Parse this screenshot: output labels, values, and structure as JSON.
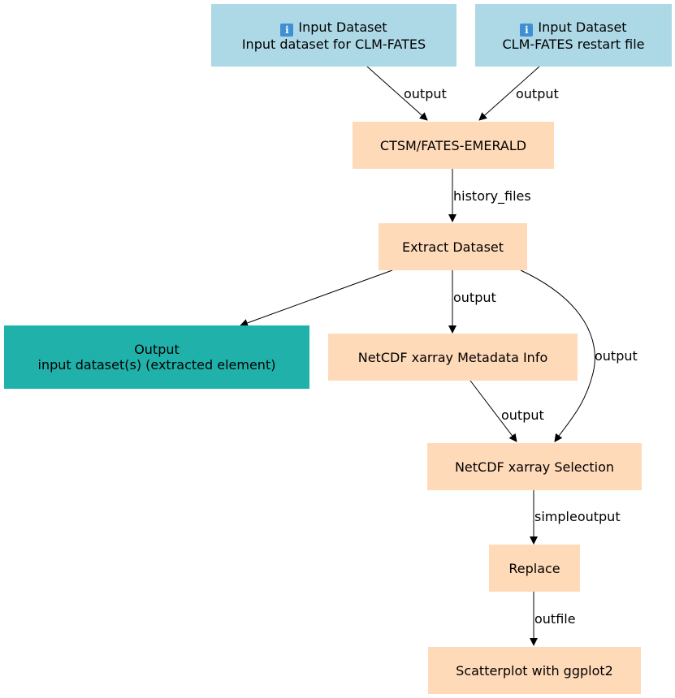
{
  "nodes": {
    "input1": {
      "icon": "info-icon",
      "title": "Input Dataset",
      "subtitle": "Input dataset for CLM-FATES"
    },
    "input2": {
      "icon": "info-icon",
      "title": "Input Dataset",
      "subtitle": "CLM-FATES restart file"
    },
    "ctsm": {
      "label": "CTSM/FATES-EMERALD"
    },
    "extract": {
      "label": "Extract Dataset"
    },
    "output": {
      "title": "Output",
      "subtitle": "input dataset(s) (extracted element)"
    },
    "metadata": {
      "label": "NetCDF xarray Metadata Info"
    },
    "selection": {
      "label": "NetCDF xarray Selection"
    },
    "replace": {
      "label": "Replace"
    },
    "scatter": {
      "label": "Scatterplot with ggplot2"
    }
  },
  "edges": {
    "e1": "output",
    "e2": "output",
    "e3": "history_files",
    "e4": "output",
    "e5": "output",
    "e6": "output",
    "e7": "simpleoutput",
    "e8": "outfile"
  },
  "colors": {
    "input": "#add8e6",
    "tool": "#ffdab9",
    "output": "#20b2aa",
    "edge": "#000000"
  }
}
